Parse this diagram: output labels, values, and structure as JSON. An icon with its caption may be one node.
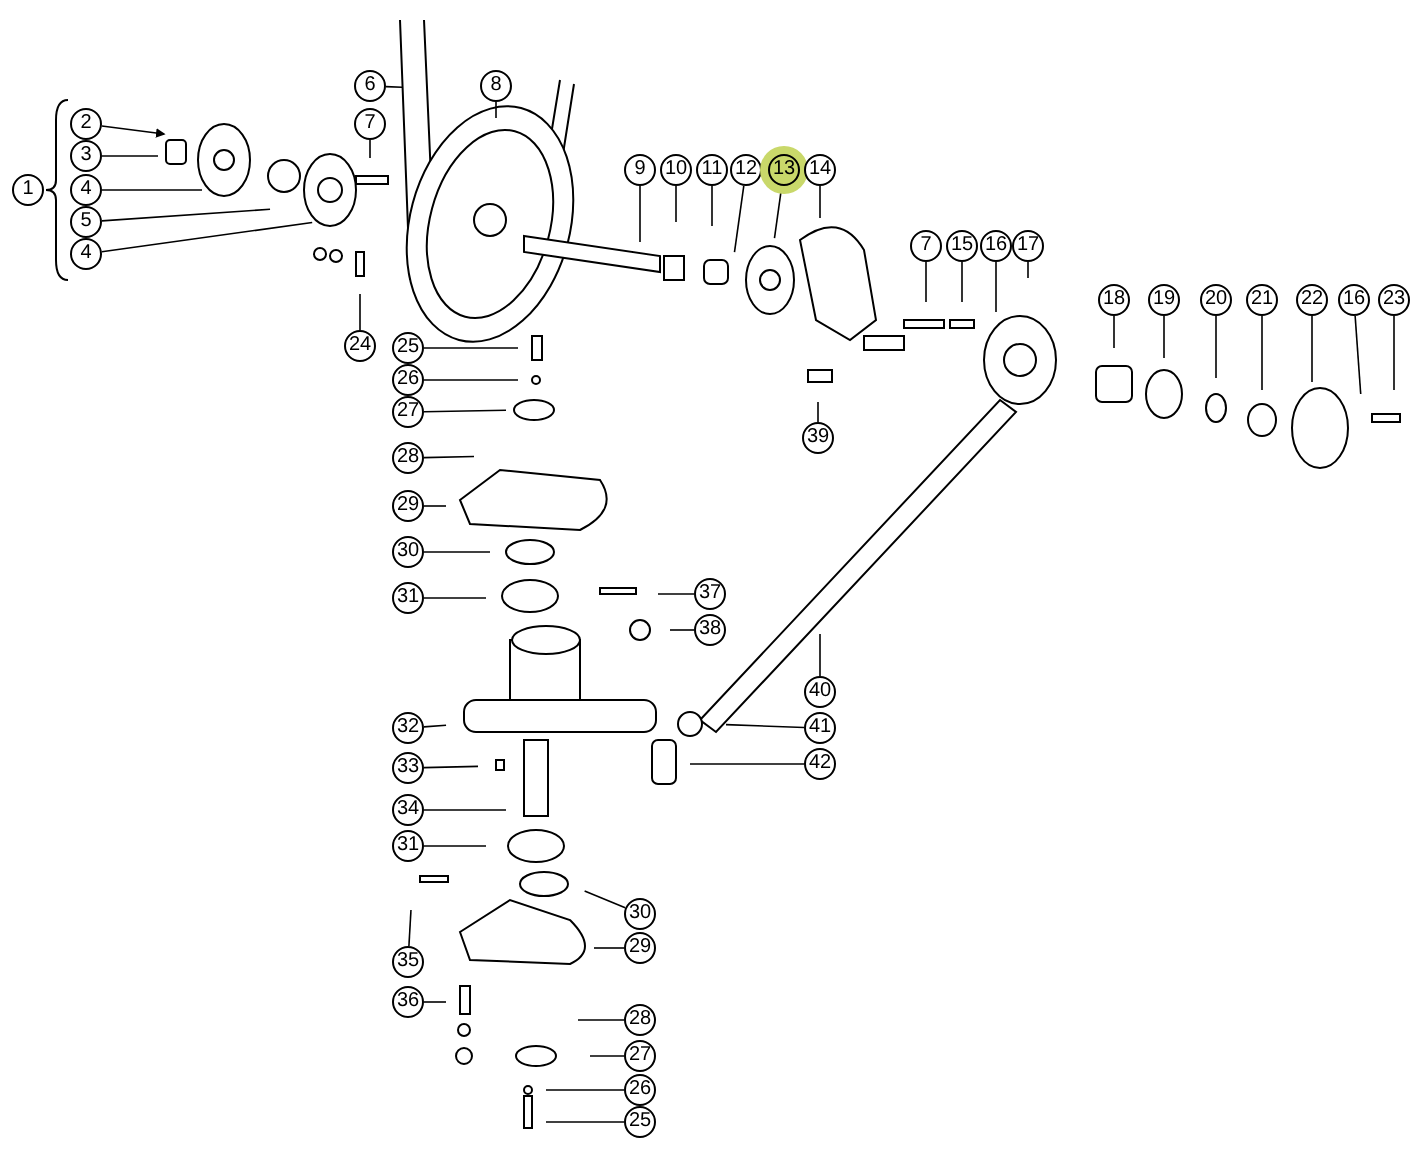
{
  "diagram": {
    "nodes": [
      {
        "text": [
          "2"
        ]
      },
      {
        "text": [
          "3"
        ]
      },
      {
        "text": [
          "4"
        ]
      },
      {
        "text": [
          "5"
        ]
      },
      {
        "text": [
          "4"
        ]
      },
      {
        "text": [
          "6"
        ]
      },
      {
        "text": [
          "8"
        ]
      },
      {
        "text": [
          "7"
        ]
      },
      {
        "text": [
          "9"
        ]
      },
      {
        "text": [
          "10"
        ]
      },
      {
        "text": [
          "11"
        ]
      },
      {
        "text": [
          "12"
        ]
      },
      {
        "text": [
          "13"
        ]
      },
      {
        "text": [
          "14"
        ]
      },
      {
        "text": [
          "7"
        ]
      },
      {
        "text": [
          "15"
        ]
      },
      {
        "text": [
          "16"
        ]
      },
      {
        "text": [
          "17"
        ]
      },
      {
        "text": [
          "18"
        ]
      },
      {
        "text": [
          "19"
        ]
      },
      {
        "text": [
          "20"
        ]
      },
      {
        "text": [
          "21"
        ]
      },
      {
        "text": [
          "22"
        ]
      },
      {
        "text": [
          "16"
        ]
      },
      {
        "text": [
          "23"
        ]
      },
      {
        "text": [
          "24"
        ]
      },
      {
        "text": [
          "25"
        ]
      },
      {
        "text": [
          "26"
        ]
      },
      {
        "text": [
          "39"
        ]
      },
      {
        "text": [
          "27"
        ]
      },
      {
        "text": [
          "28"
        ]
      },
      {
        "text": [
          "29"
        ]
      },
      {
        "text": [
          "30"
        ]
      },
      {
        "text": [
          "31"
        ]
      },
      {
        "text": [
          "37"
        ]
      },
      {
        "text": [
          "38"
        ]
      },
      {
        "text": [
          "40"
        ]
      },
      {
        "text": [
          "32"
        ]
      },
      {
        "text": [
          "41"
        ]
      },
      {
        "text": [
          "33"
        ]
      },
      {
        "text": [
          "42"
        ]
      },
      {
        "text": [
          "34"
        ]
      },
      {
        "text": [
          "31"
        ]
      },
      {
        "text": [
          "30"
        ]
      },
      {
        "text": [
          "29"
        ]
      },
      {
        "text": [
          "35"
        ]
      },
      {
        "text": [
          "36"
        ]
      },
      {
        "text": [
          "28"
        ]
      },
      {
        "text": [
          "27"
        ]
      },
      {
        "text": [
          "26"
        ]
      },
      {
        "text": [
          "25"
        ]
      },
      {
        "text": [
          "1"
        ]
      }
    ],
    "edges": [
      {
        "from": 0,
        "to": null,
        "arrow": "to"
      },
      {
        "from": 1,
        "to": null,
        "arrow": "none"
      },
      {
        "from": 2,
        "to": null,
        "arrow": "none"
      },
      {
        "from": 3,
        "to": null,
        "arrow": "none"
      },
      {
        "from": 4,
        "to": null,
        "arrow": "none"
      },
      {
        "from": 5,
        "to": null,
        "arrow": "none"
      },
      {
        "from": 6,
        "to": null,
        "arrow": "none"
      },
      {
        "from": 7,
        "to": null,
        "arrow": "none"
      },
      {
        "from": 8,
        "to": null,
        "arrow": "none"
      },
      {
        "from": 9,
        "to": null,
        "arrow": "none"
      },
      {
        "from": 10,
        "to": null,
        "arrow": "none"
      },
      {
        "from": 11,
        "to": null,
        "arrow": "none"
      },
      {
        "from": 12,
        "to": null,
        "arrow": "none"
      },
      {
        "from": 13,
        "to": null,
        "arrow": "none"
      },
      {
        "from": 14,
        "to": null,
        "arrow": "none"
      },
      {
        "from": 15,
        "to": null,
        "arrow": "none"
      },
      {
        "from": 16,
        "to": null,
        "arrow": "none"
      },
      {
        "from": 17,
        "to": null,
        "arrow": "none"
      },
      {
        "from": 18,
        "to": null,
        "arrow": "none"
      },
      {
        "from": 19,
        "to": null,
        "arrow": "none"
      },
      {
        "from": 20,
        "to": null,
        "arrow": "none"
      },
      {
        "from": 21,
        "to": null,
        "arrow": "none"
      },
      {
        "from": 22,
        "to": null,
        "arrow": "none"
      },
      {
        "from": 23,
        "to": null,
        "arrow": "none"
      },
      {
        "from": 24,
        "to": null,
        "arrow": "none"
      },
      {
        "from": 25,
        "to": null,
        "arrow": "none"
      },
      {
        "from": 26,
        "to": null,
        "arrow": "none"
      },
      {
        "from": 27,
        "to": null,
        "arrow": "none"
      },
      {
        "from": 28,
        "to": null,
        "arrow": "none"
      },
      {
        "from": 29,
        "to": null,
        "arrow": "none"
      },
      {
        "from": 30,
        "to": null,
        "arrow": "none"
      },
      {
        "from": 31,
        "to": null,
        "arrow": "none"
      },
      {
        "from": 32,
        "to": null,
        "arrow": "none"
      },
      {
        "from": 33,
        "to": null,
        "arrow": "none"
      },
      {
        "from": 34,
        "to": null,
        "arrow": "none"
      },
      {
        "from": 35,
        "to": null,
        "arrow": "none"
      },
      {
        "from": 36,
        "to": null,
        "arrow": "none"
      },
      {
        "from": 37,
        "to": null,
        "arrow": "none"
      },
      {
        "from": 38,
        "to": null,
        "arrow": "none"
      },
      {
        "from": 39,
        "to": null,
        "arrow": "none"
      },
      {
        "from": 40,
        "to": null,
        "arrow": "none"
      },
      {
        "from": 41,
        "to": null,
        "arrow": "none"
      },
      {
        "from": 42,
        "to": null,
        "arrow": "none"
      },
      {
        "from": 43,
        "to": null,
        "arrow": "none"
      },
      {
        "from": 44,
        "to": null,
        "arrow": "none"
      },
      {
        "from": 45,
        "to": null,
        "arrow": "none"
      },
      {
        "from": 46,
        "to": null,
        "arrow": "none"
      },
      {
        "from": 47,
        "to": null,
        "arrow": "none"
      },
      {
        "from": 48,
        "to": null,
        "arrow": "none"
      },
      {
        "from": 49,
        "to": null,
        "arrow": "none"
      },
      {
        "from": 50,
        "to": null,
        "arrow": "none"
      }
    ]
  }
}
